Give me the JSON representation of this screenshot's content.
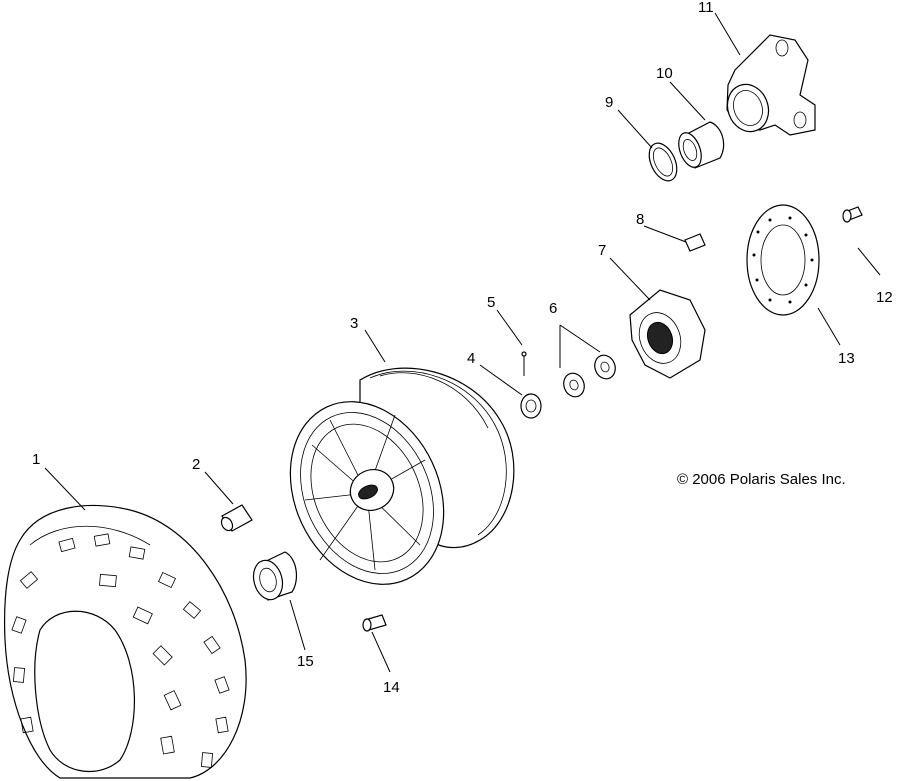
{
  "copyright": "© 2006 Polaris Sales Inc.",
  "callouts": [
    {
      "id": "1",
      "label": "1",
      "part": "tire"
    },
    {
      "id": "2",
      "label": "2",
      "part": "valve-stem"
    },
    {
      "id": "3",
      "label": "3",
      "part": "wheel-rim"
    },
    {
      "id": "4",
      "label": "4",
      "part": "castle-nut"
    },
    {
      "id": "5",
      "label": "5",
      "part": "cotter-pin"
    },
    {
      "id": "6",
      "label": "6",
      "part": "washer"
    },
    {
      "id": "7",
      "label": "7",
      "part": "wheel-hub"
    },
    {
      "id": "8",
      "label": "8",
      "part": "hub-stud"
    },
    {
      "id": "9",
      "label": "9",
      "part": "retaining-ring"
    },
    {
      "id": "10",
      "label": "10",
      "part": "bearing"
    },
    {
      "id": "11",
      "label": "11",
      "part": "bearing-carrier"
    },
    {
      "id": "12",
      "label": "12",
      "part": "brake-disc-screw"
    },
    {
      "id": "13",
      "label": "13",
      "part": "brake-disc"
    },
    {
      "id": "14",
      "label": "14",
      "part": "wheel-bolt"
    },
    {
      "id": "15",
      "label": "15",
      "part": "lug-nut-cap"
    }
  ]
}
